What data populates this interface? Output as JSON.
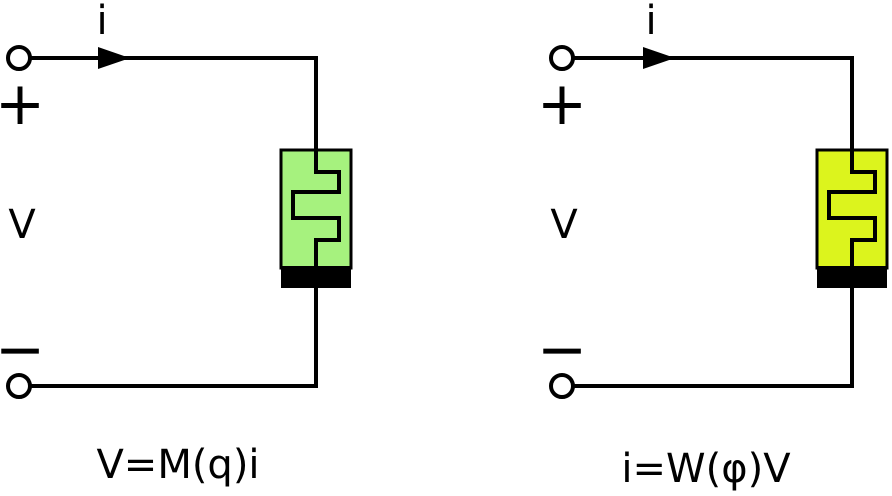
{
  "circuits": [
    {
      "current_label": "i",
      "voltage_label": "V",
      "plus_sign": "+",
      "minus_sign": "−",
      "equation": "V=M(q)i",
      "body_color": "#a6f27e"
    },
    {
      "current_label": "i",
      "voltage_label": "V",
      "plus_sign": "+",
      "minus_sign": "−",
      "equation": "i=W(φ)V",
      "body_color": "#dcf41d"
    }
  ],
  "colors": {
    "wire": "#000000",
    "terminal_fill": "#ffffff",
    "polarity_band": "#000000"
  },
  "icons": [
    "terminal-icon",
    "current-arrow-icon",
    "memristor-icon"
  ]
}
